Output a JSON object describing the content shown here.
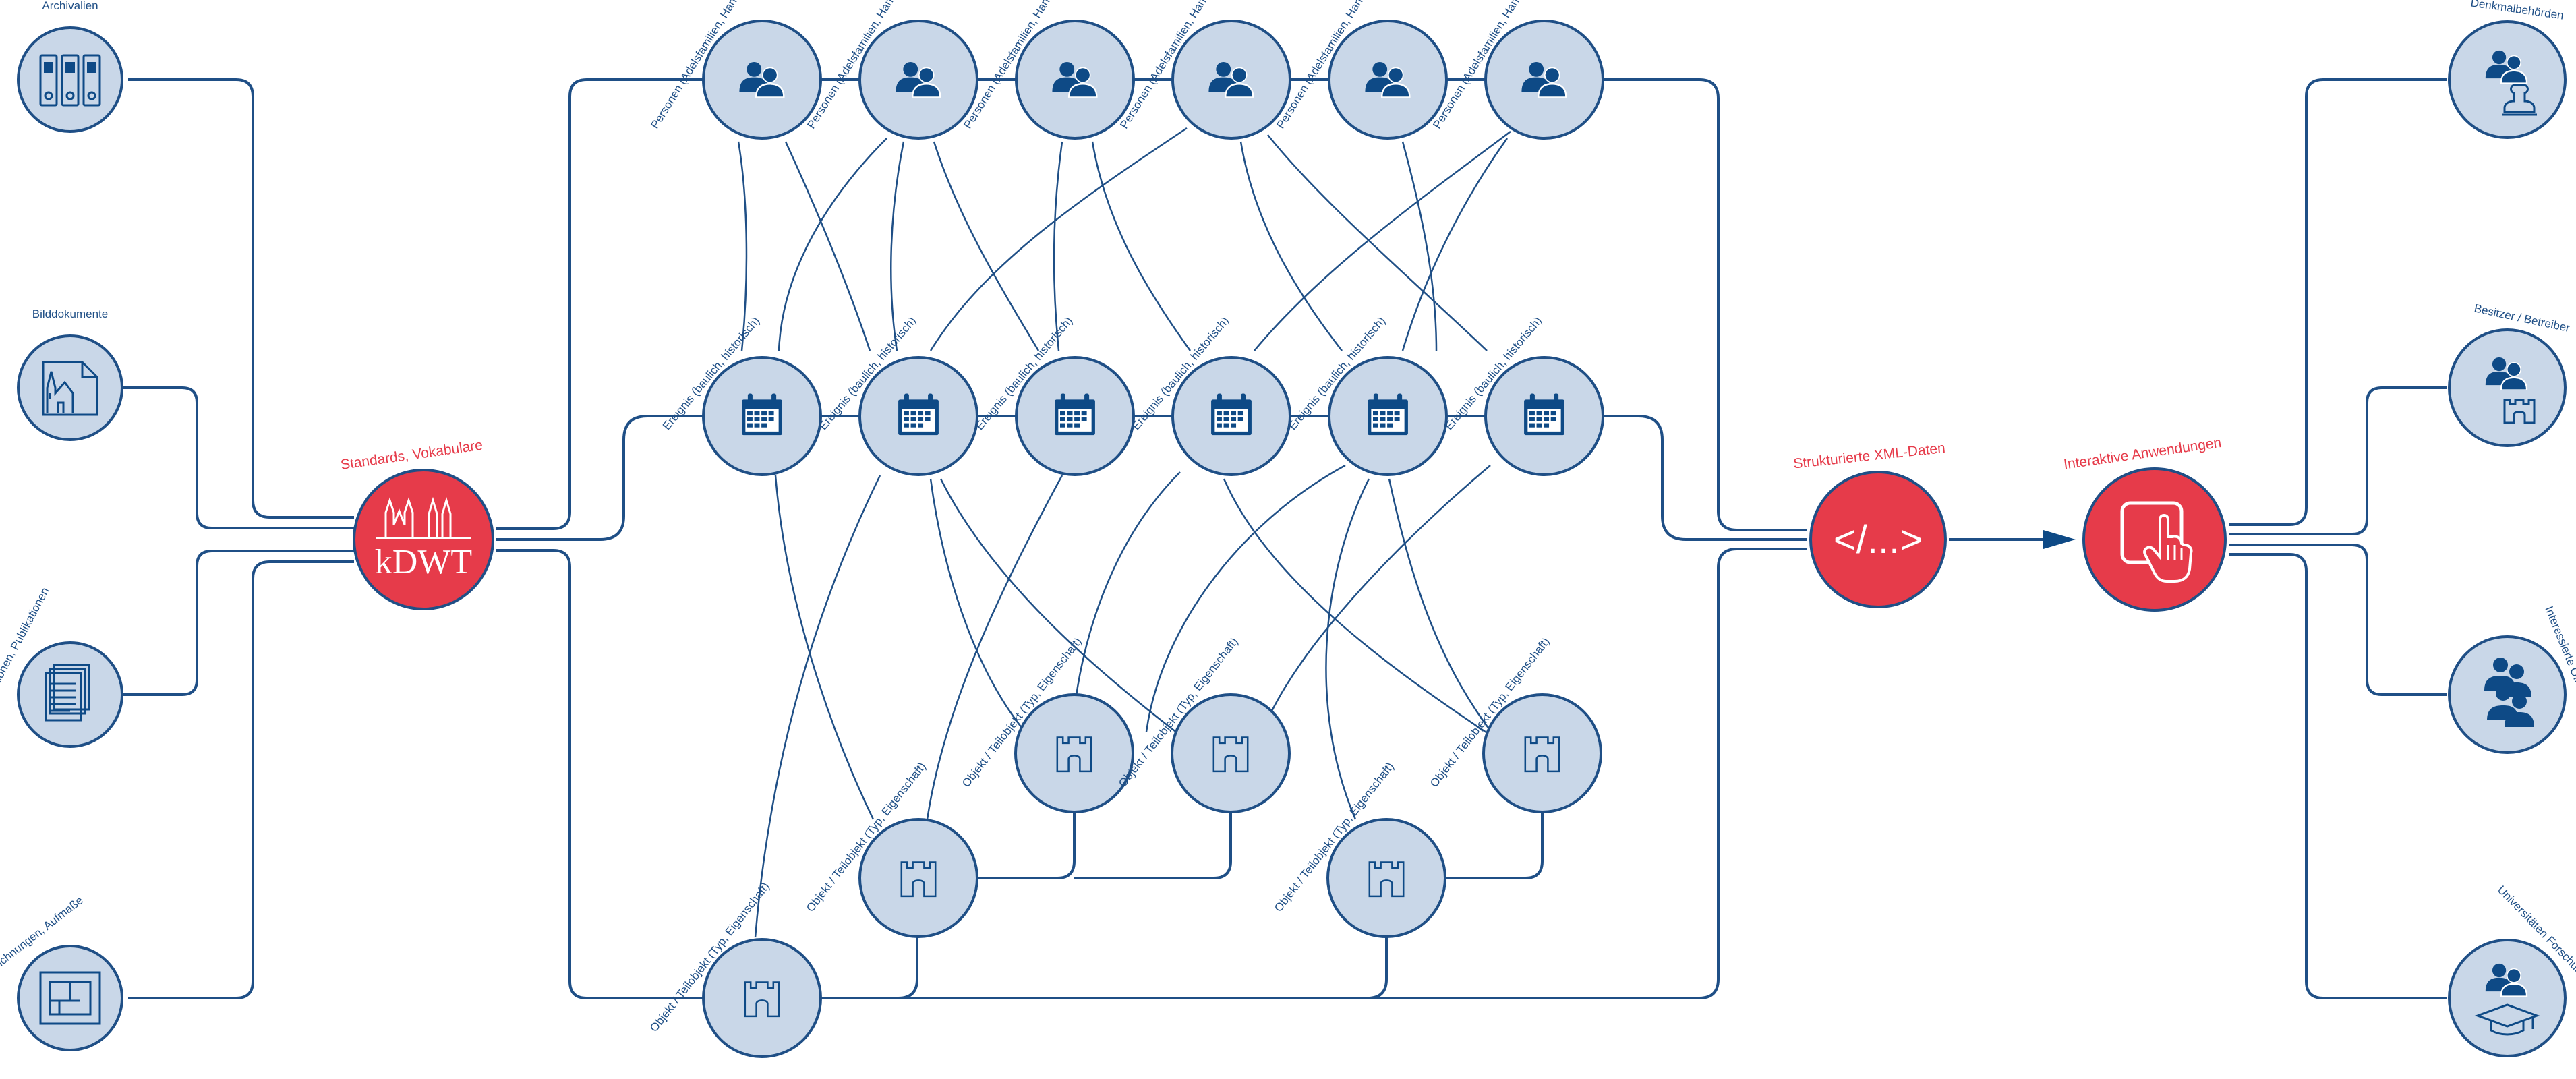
{
  "sources": [
    {
      "label": "Archivalien",
      "icon": "binders-icon"
    },
    {
      "label": "Bilddokumente",
      "icon": "church-image-icon"
    },
    {
      "label": "Dokumentationen, Publikationen",
      "icon": "documents-icon"
    },
    {
      "label": "Planzeichnungen, Aufmaße",
      "icon": "floorplan-icon"
    }
  ],
  "hub_standards": {
    "label": "Standards, Vokabulare",
    "logo_text": "kDWT"
  },
  "persons": {
    "label": "Personen (Adelsfamilien, Handwerker)",
    "count": 6
  },
  "events": {
    "label": "Ereignis (baulich, historisch)",
    "count": 6
  },
  "objects": {
    "label": "Objekt / Teilobjekt (Typ, Eigenschaft)",
    "count": 6
  },
  "hub_xml": {
    "label": "Strukturierte XML-Daten",
    "symbol": "</...>"
  },
  "hub_apps": {
    "label": "Interaktive Anwendungen",
    "icon": "touch-tablet-icon"
  },
  "targets": [
    {
      "label": "Denkmalbehörden",
      "icon": "people-stamp-icon"
    },
    {
      "label": "Besitzer / Betreiber",
      "icon": "people-castle-icon"
    },
    {
      "label": "Interessierte Öffentlichkeit",
      "icon": "people-group-icon"
    },
    {
      "label": "Universitäten Forschungsinstitute",
      "icon": "people-graduation-icon"
    }
  ],
  "colors": {
    "accent_red": "#e63b4a",
    "line_blue": "#1f4f86",
    "node_fill": "#c9d7e8",
    "icon_blue": "#0e4a86"
  }
}
